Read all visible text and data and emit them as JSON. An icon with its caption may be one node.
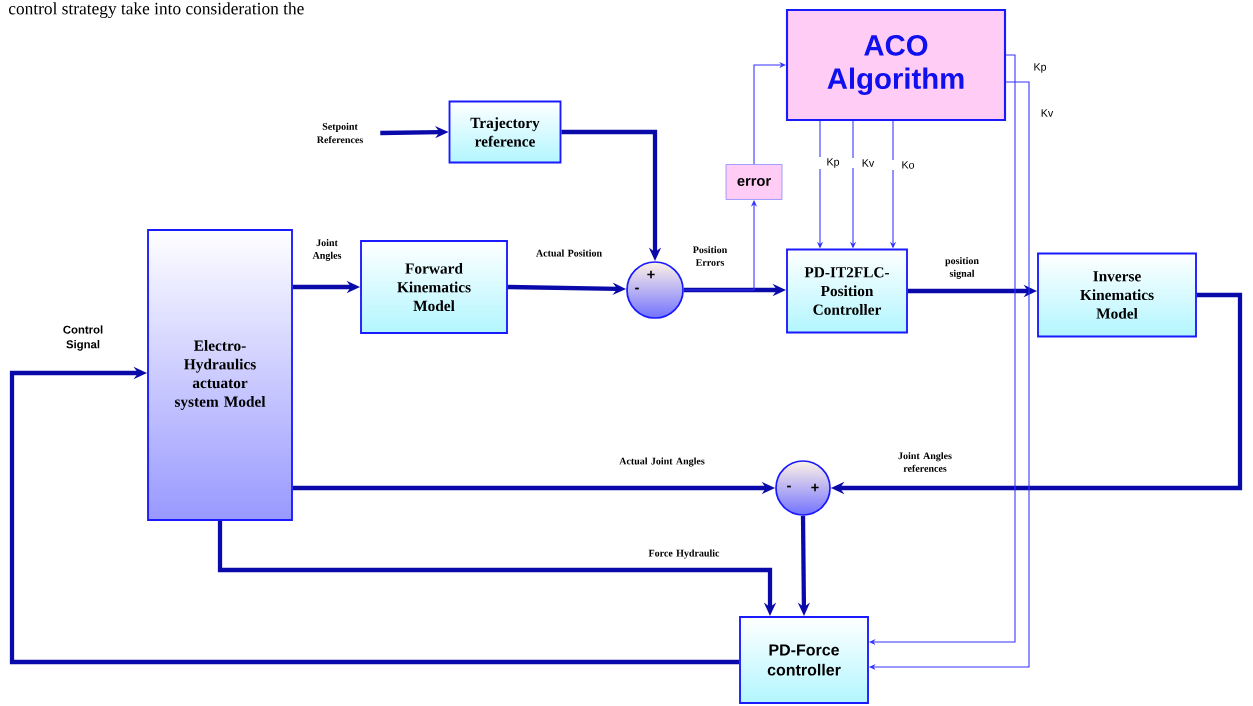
{
  "diagram": {
    "nodes": [
      {
        "text": [
          "ACO Algorithm"
        ]
      },
      {
        "text": [
          "Setpoint References"
        ]
      },
      {
        "text": [
          "Trajectory reference"
        ]
      },
      {
        "text": [
          "error"
        ]
      },
      {
        "text": [
          "Electro-Hydraulics actuator system Model"
        ]
      },
      {
        "text": [
          "Forward Kinematics Model"
        ]
      },
      {
        "text": [
          "+",
          "-"
        ]
      },
      {
        "text": [
          "PD-IT2FLC-Position Controller"
        ]
      },
      {
        "text": [
          "Inverse Kinematics Model"
        ]
      },
      {
        "text": [
          "-",
          "+"
        ]
      },
      {
        "text": [
          "PD-Force controller"
        ]
      }
    ],
    "edges": [
      {
        "from": 1,
        "to": 2,
        "arrow": "to"
      },
      {
        "from": 2,
        "to": 6,
        "arrow": "to"
      },
      {
        "from": 4,
        "to": 5,
        "arrow": "to",
        "label": "Joint Angles"
      },
      {
        "from": 5,
        "to": 6,
        "arrow": "to",
        "label": "Actual Position"
      },
      {
        "from": 6,
        "to": 7,
        "arrow": "to",
        "label": "Position Errors"
      },
      {
        "from": 6,
        "to": 3,
        "arrow": "to",
        "color": "#3333ff"
      },
      {
        "from": 3,
        "to": 0,
        "arrow": "to",
        "color": "#3333ff"
      },
      {
        "from": 0,
        "to": 7,
        "arrow": "to",
        "color": "#3333ff",
        "label": "Kp"
      },
      {
        "from": 0,
        "to": 7,
        "arrow": "to",
        "color": "#3333ff",
        "label": "Kv"
      },
      {
        "from": 0,
        "to": 7,
        "arrow": "to",
        "color": "#3333ff",
        "label": "Ko"
      },
      {
        "from": 7,
        "to": 8,
        "arrow": "to",
        "label": "position signal"
      },
      {
        "from": 8,
        "to": 9,
        "arrow": "to",
        "label": "Joint Angles references"
      },
      {
        "from": 4,
        "to": 9,
        "arrow": "to",
        "label": "Actual Joint Angles"
      },
      {
        "from": 9,
        "to": 10,
        "arrow": "to"
      },
      {
        "from": 4,
        "to": 10,
        "arrow": "to",
        "label": "Force Hydraulic"
      },
      {
        "from": 0,
        "to": 10,
        "arrow": "to",
        "color": "#3333ff",
        "label": "Kp"
      },
      {
        "from": 0,
        "to": 10,
        "arrow": "to",
        "color": "#3333ff",
        "label": "Kv"
      },
      {
        "from": 10,
        "to": 4,
        "arrow": "to",
        "label": "Control Signal"
      }
    ],
    "labels": [
      "control strategy take into consideration the"
    ]
  }
}
